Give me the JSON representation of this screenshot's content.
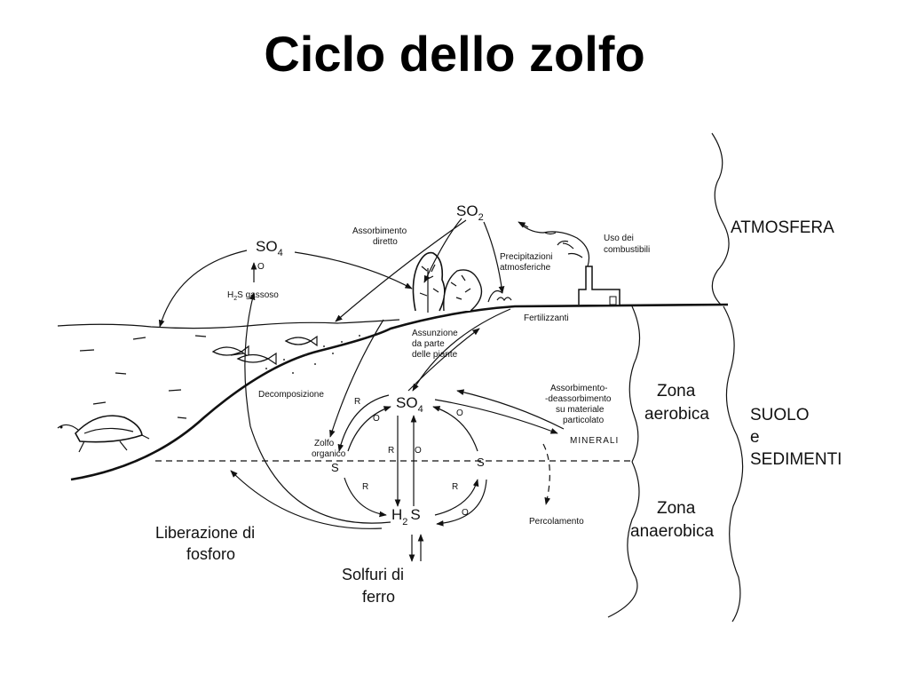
{
  "title": "Ciclo dello zolfo",
  "zones": {
    "atmosfera": "ATMOSFERA",
    "suolo_lines": [
      "SUOLO",
      "e",
      "SEDIMENTI"
    ],
    "zona_aerobica_lines": [
      "Zona",
      "aerobica"
    ],
    "zona_anaerobica_lines": [
      "Zona",
      "anaerobica"
    ]
  },
  "compounds": {
    "so2": {
      "base": "SO",
      "sub": "2"
    },
    "so4_air": {
      "base": "SO",
      "sub": "4"
    },
    "so4_soil": {
      "base": "SO",
      "sub": "4"
    },
    "h2s": {
      "pre": "H",
      "sub": "2",
      "post": "S"
    },
    "s_left": "S",
    "s_right": "S"
  },
  "labels": {
    "assorbimento_diretto": [
      "Assorbimento",
      "diretto"
    ],
    "h2s_gassoso": {
      "pre": "H",
      "sub": "2",
      "post": "S gassoso"
    },
    "precipitazioni": [
      "Precipitazioni",
      "atmosferiche"
    ],
    "uso_combustibili": [
      "Uso dei",
      "combustibili"
    ],
    "fertilizzanti": "Fertilizzanti",
    "assunzione": [
      "Assunzione",
      "da parte",
      "delle piante"
    ],
    "decomposizione": "Decomposizione",
    "zolfo_organico": [
      "Zolfo",
      "organico"
    ],
    "assorbimento_particolato": [
      "Assorbimento-",
      "-deassorbimento",
      "su materiale",
      "particolato"
    ],
    "minerali": "MINERALI",
    "percolamento": "Percolamento",
    "liberazione": [
      "Liberazione di",
      "fosforo"
    ],
    "solfuri": [
      "Solfuri di",
      "ferro"
    ]
  },
  "reaction_letters": {
    "o": "O",
    "r": "R"
  }
}
